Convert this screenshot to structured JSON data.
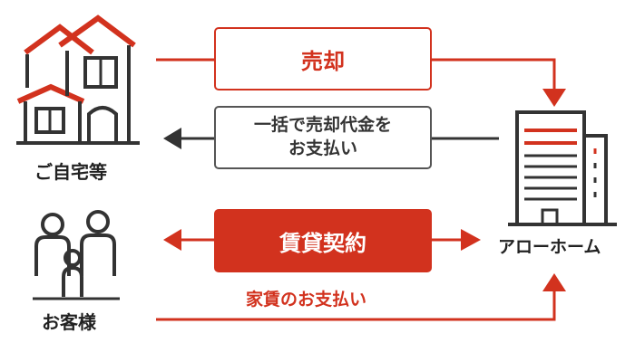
{
  "flows": {
    "sell": "売却",
    "payment_line1": "一括で売却代金を",
    "payment_line2": "お支払い",
    "lease": "賃貸契約",
    "rent": "家賃のお支払い"
  },
  "actors": {
    "home": "ご自宅等",
    "customer": "お客様",
    "company": "アローホーム"
  },
  "icons": {
    "home": "house-icon",
    "customer": "family-icon",
    "company": "office-building-icon"
  },
  "colors": {
    "accent": "#d2321e",
    "dark": "#333333",
    "gray": "#555555"
  }
}
